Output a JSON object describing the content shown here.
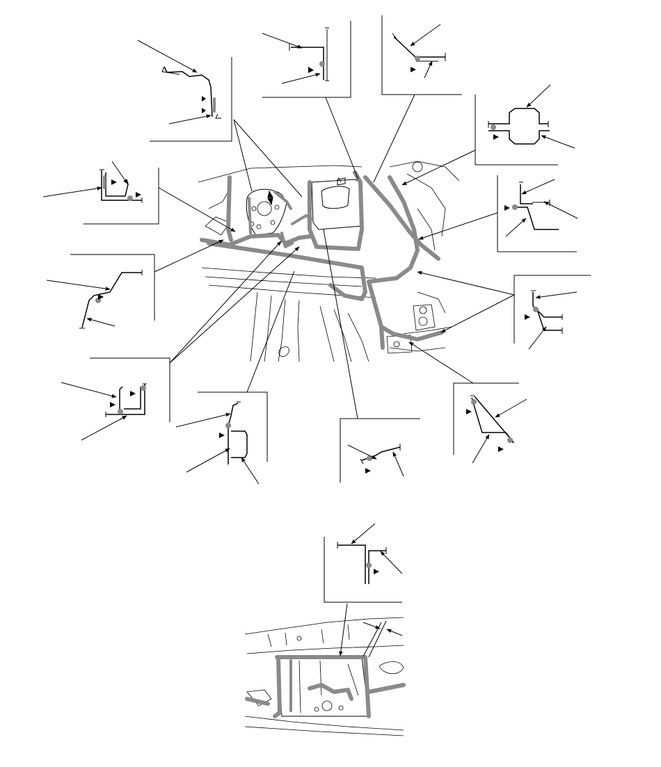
{
  "figure": {
    "type": "body sealer application locations diagram",
    "text_labels": [],
    "colors": {
      "line": "#000000",
      "sealer": "#8a8a8a",
      "background": "#ffffff"
    },
    "detail_callouts": [
      {
        "name": "detail-1",
        "shape": "hooked-flange"
      },
      {
        "name": "detail-2",
        "shape": "l-flange-vertical"
      },
      {
        "name": "detail-3",
        "shape": "angled-flange"
      },
      {
        "name": "detail-4",
        "shape": "box-section"
      },
      {
        "name": "detail-5",
        "shape": "u-channel"
      },
      {
        "name": "detail-6",
        "shape": "z-flange"
      },
      {
        "name": "detail-7",
        "shape": "stepped-flange"
      },
      {
        "name": "detail-8",
        "shape": "offset-flange"
      },
      {
        "name": "detail-9",
        "shape": "hat-section"
      },
      {
        "name": "detail-10",
        "shape": "double-l-flange"
      },
      {
        "name": "detail-11",
        "shape": "step-profile"
      },
      {
        "name": "detail-12",
        "shape": "diagonal-flange"
      },
      {
        "name": "detail-13",
        "shape": "joggled-flange"
      },
      {
        "name": "detail-14",
        "shape": "corner-flange"
      }
    ]
  }
}
